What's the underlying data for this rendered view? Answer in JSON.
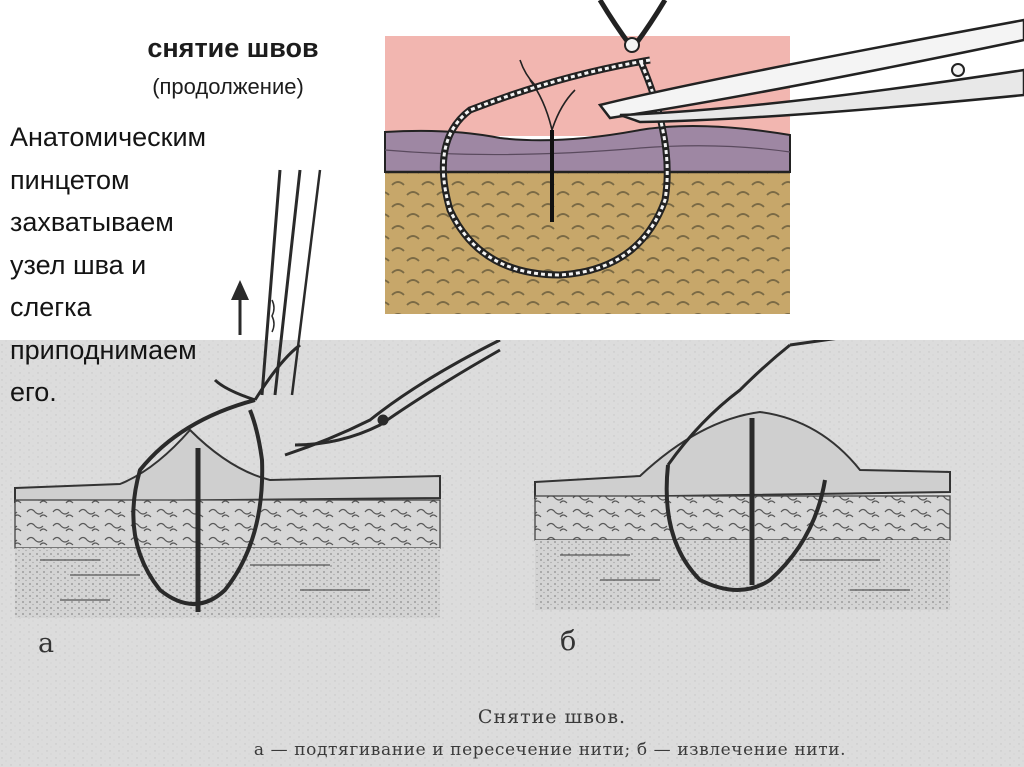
{
  "slide": {
    "title": "снятие швов",
    "subtitle": "(продолжение)",
    "body_text": "Анатомическим\nпинцетом\nзахватываем\nузел шва и\nслегка\nприподнимаем\nего."
  },
  "figure": {
    "panel_a_label": "а",
    "panel_b_label": "б",
    "caption_title": "Снятие швов.",
    "caption_subtitle": "а — подтягивание и пересечение нити; б — извлечение нити."
  },
  "colors": {
    "scan_background": "#dcdcdc",
    "skin_pink": "#f2b6b0",
    "dermis_purple": "#9e87a3",
    "fat_tan": "#c7a76a"
  },
  "icons": [
    "tweezers-icon",
    "scissors-icon",
    "arrow-up-icon"
  ]
}
